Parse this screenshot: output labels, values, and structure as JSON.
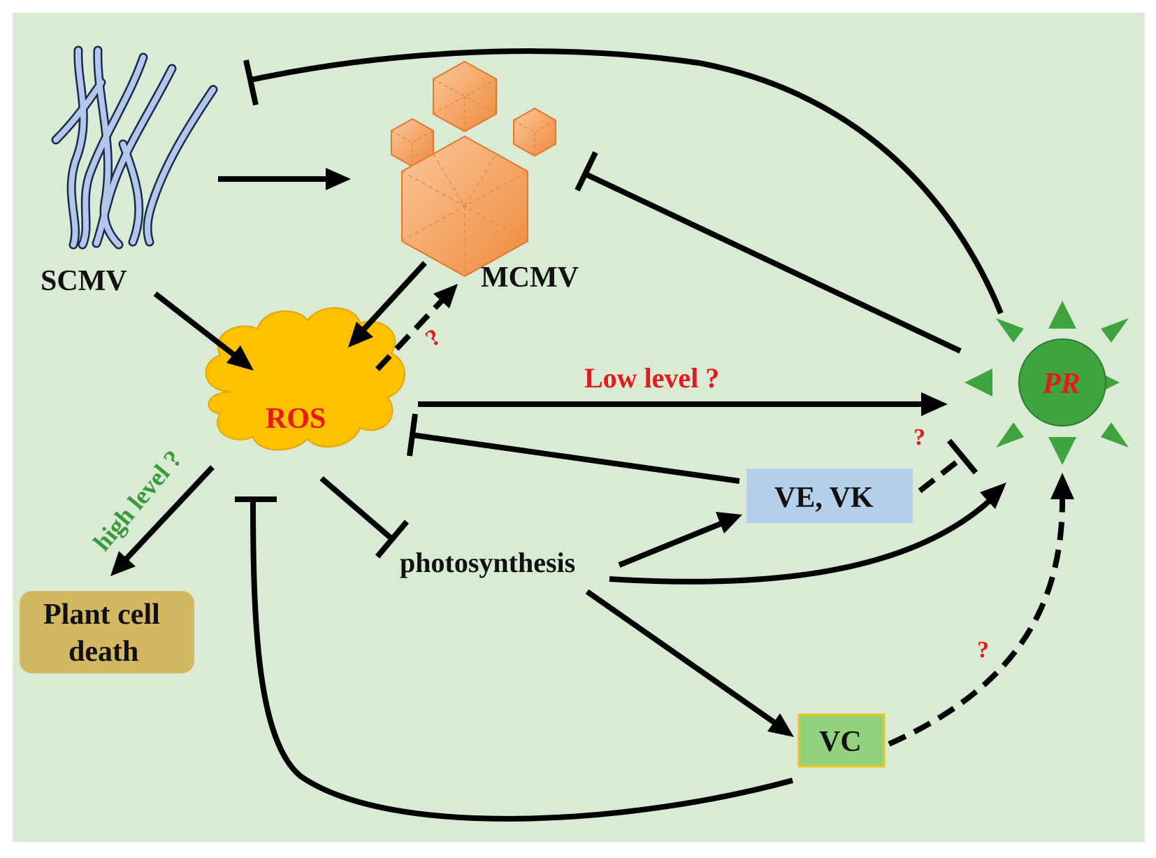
{
  "nodes": {
    "scmv": "SCMV",
    "mcmv": "MCMV",
    "ros": "ROS",
    "pr": "PR",
    "photosynthesis": "photosynthesis",
    "ve_vk": "VE, VK",
    "vc": "VC",
    "plant_cell_death_line1": "Plant cell",
    "plant_cell_death_line2": "death"
  },
  "edge_labels": {
    "low_level": "Low level ?",
    "high_level": "high level ?",
    "q_ros_mcmv": "?",
    "q_ve_pr": "?",
    "q_vc_pr": "?"
  },
  "colors": {
    "background": "#d9ebd5",
    "ros_cloud": "#ffc000",
    "pr_star": "#3fa33f",
    "ve_vk_box": "#b4cfea",
    "vc_box": "#92d27f",
    "vc_border": "#f0c419",
    "plant_cell_death_box": "#d4b861",
    "red_text": "#e41a1c",
    "green_text": "#3a9a3a",
    "scmv_filament": "#b3c6ec",
    "mcmv_particle": "#f5a05a"
  },
  "icons": {
    "scmv": "filamentous-virus-icon",
    "mcmv": "icosahedral-virus-icon",
    "ros": "cloud-icon",
    "pr": "sun-burst-icon"
  }
}
